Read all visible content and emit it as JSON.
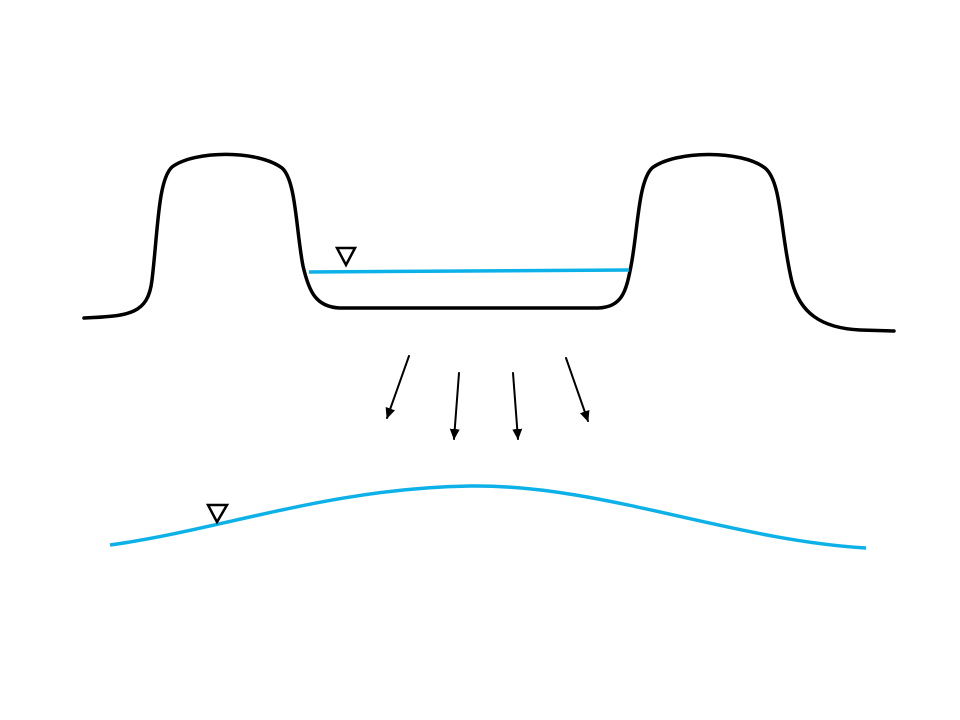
{
  "diagram": {
    "background": "#ffffff",
    "colors": {
      "ground_profile": "#000000",
      "water": "#0cb1e8",
      "flow_arrows": "#000000",
      "water_level_marker": "#000000"
    },
    "elements": {
      "ground_profile": "ground-profile-with-levees",
      "surface_water": "channel-water-surface",
      "groundwater": "groundwater-table",
      "seepage": "downward-seepage-arrows",
      "markers": "water-level-triangle-icon"
    },
    "seepage_arrow_count": 4,
    "water_level_marker_count": 2
  }
}
